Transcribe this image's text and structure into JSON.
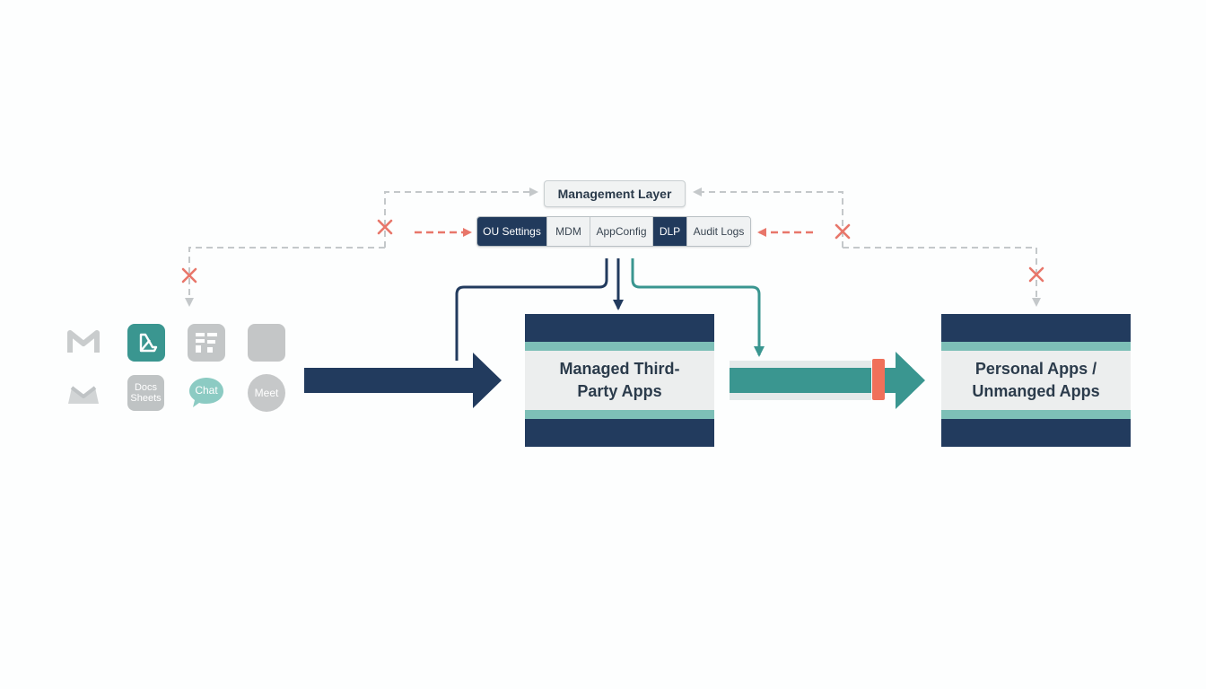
{
  "management": {
    "title": "Management Layer",
    "controls": [
      "OU Settings",
      "MDM",
      "AppConfig",
      "DLP",
      "Audit Logs"
    ]
  },
  "boxes": {
    "managed": "Managed Third-\nParty Apps",
    "personal": "Personal Apps /\nUnmanged Apps"
  },
  "apps": {
    "docs": "Docs\nSheets",
    "chat": "Chat",
    "meet": "Meet"
  },
  "icons": [
    "gmail-icon",
    "gmail-icon",
    "drive-icon",
    "forms-icon",
    "docs-sheets-icon",
    "chat-icon",
    "meet-icon",
    "blank-tile-icon"
  ],
  "colors": {
    "navy": "#223b5e",
    "teal": "#3a9690",
    "teal_light": "#7dbfb7",
    "blocked": "#e8766a",
    "barrier": "#f0705a",
    "dashed_gray": "#c4c8ca"
  }
}
